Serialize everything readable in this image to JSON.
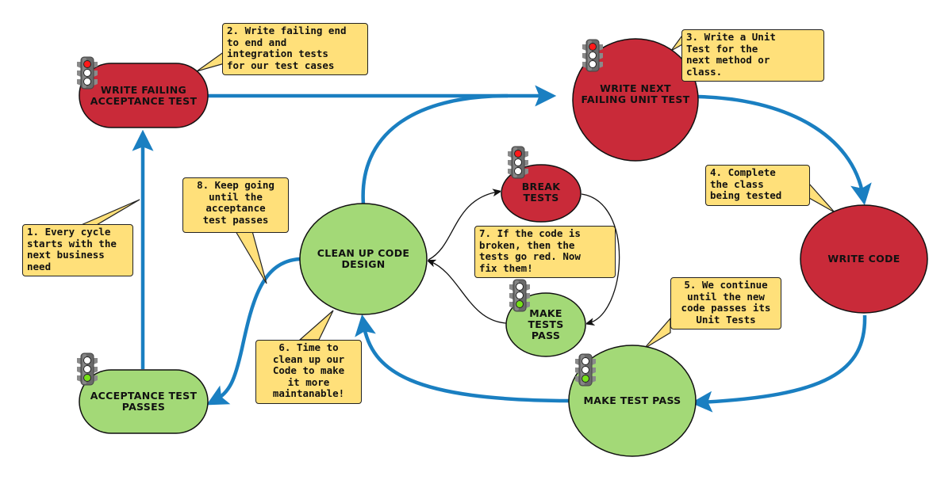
{
  "title": "TDD / ATDD cycle",
  "colors": {
    "failing": "#c92a39",
    "passing": "#a3d977",
    "flow": "#1a7fc1",
    "note_bg": "#ffe07a",
    "light_red": "#ff1a1a",
    "light_green": "#77e01a"
  },
  "nodes": {
    "write_failing_acceptance_test": {
      "lines": [
        "WRITE FAILING",
        "ACCEPTANCE TEST"
      ],
      "state": "red"
    },
    "write_next_failing_unit_test": {
      "lines": [
        "WRITE NEXT",
        "FAILING UNIT TEST"
      ],
      "state": "red"
    },
    "write_code": {
      "lines": [
        "WRITE CODE"
      ],
      "state": "none"
    },
    "make_test_pass": {
      "lines": [
        "MAKE TEST PASS"
      ],
      "state": "green"
    },
    "clean_up_code_design": {
      "lines": [
        "CLEAN UP CODE",
        "DESIGN"
      ],
      "state": "none"
    },
    "break_tests": {
      "lines": [
        "BREAK",
        "TESTS"
      ],
      "state": "red"
    },
    "make_tests_pass": {
      "lines": [
        "MAKE",
        "TESTS",
        "PASS"
      ],
      "state": "green"
    },
    "acceptance_test_passes": {
      "lines": [
        "ACCEPTANCE TEST",
        "PASSES"
      ],
      "state": "green"
    }
  },
  "notes": {
    "n1": "1. Every cycle\nstarts with the\nnext business\nneed",
    "n2": "2. Write failing end\nto end and\nintegration tests\nfor our test cases",
    "n3": "3. Write a Unit\nTest for the\nnext method or\nclass.",
    "n4": "4. Complete\nthe class\nbeing tested",
    "n5": "5. We continue\nuntil the new\ncode passes its\nUnit Tests",
    "n6": "6. Time to\nclean up our\nCode to make\nit more\nmaintanable!",
    "n7": "7. If the code is\nbroken, then the\ntests go red. Now\nfix them!",
    "n8": "8. Keep going\nuntil the\nacceptance\ntest passes"
  }
}
